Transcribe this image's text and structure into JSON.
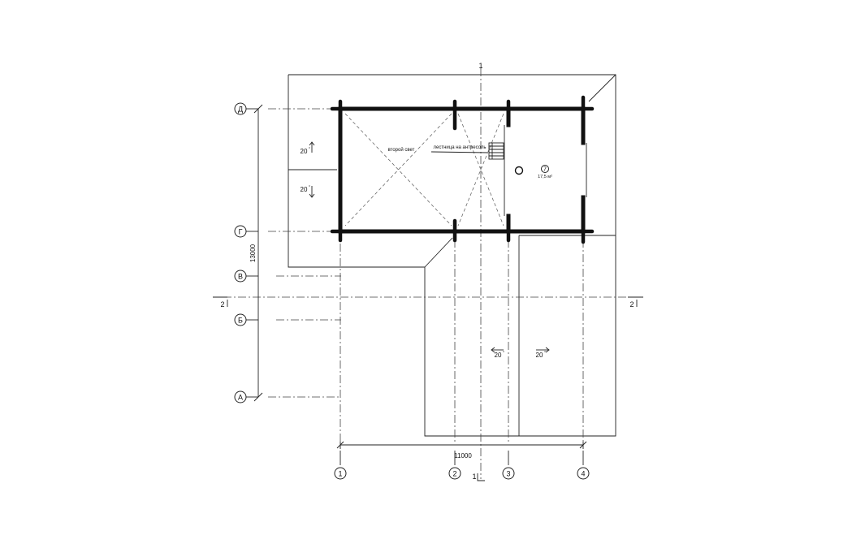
{
  "rows": {
    "d": "Д",
    "g": "Г",
    "v": "В",
    "b": "Б",
    "a": "А"
  },
  "columns": {
    "c1": "1",
    "c2": "2",
    "c3": "3",
    "c4": "4"
  },
  "dimensions": {
    "width": "11000",
    "height": "13000"
  },
  "sections": {
    "top": "1",
    "bottom": "1",
    "left": "2",
    "right": "2"
  },
  "slopes": {
    "s1": "20",
    "s2": "20",
    "s3": "20",
    "s4": "20",
    "unit": "°"
  },
  "room": {
    "number": "7",
    "area": "17,5 м²"
  },
  "labels": {
    "second_light": "второй свет",
    "stair_to_attic": "лестница на антресоль"
  }
}
